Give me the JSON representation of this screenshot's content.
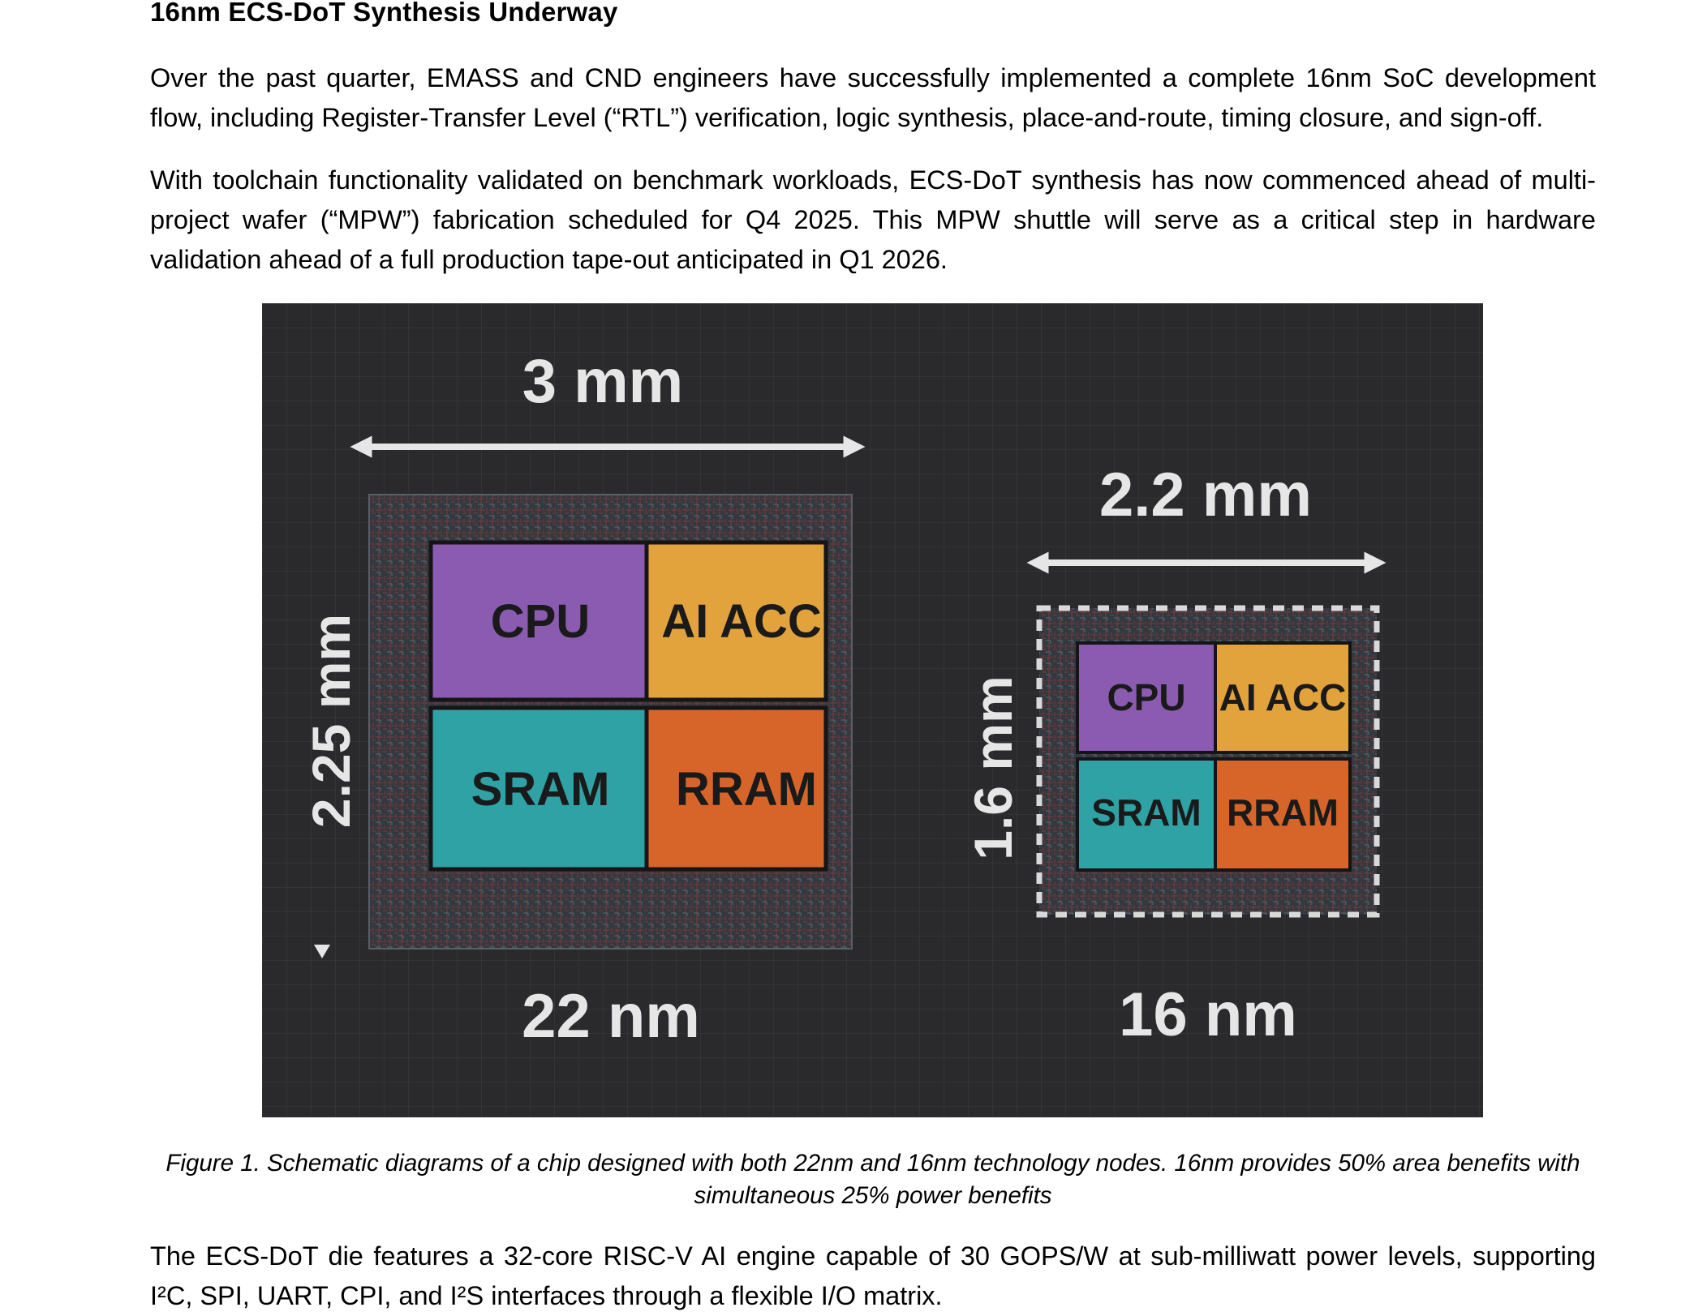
{
  "heading": "16nm ECS-DoT Synthesis Underway",
  "paragraphs": [
    "Over the past quarter, EMASS and CND engineers have successfully implemented a complete 16nm SoC development flow, including Register-Transfer Level (“RTL”) verification, logic synthesis, place-and-route, timing closure, and sign-off.",
    "With toolchain functionality validated on benchmark workloads, ECS-DoT synthesis has now commenced ahead of multi-project wafer (“MPW”) fabrication scheduled for Q4 2025. This MPW shuttle will serve as a critical step in hardware validation ahead of a full production tape-out anticipated in Q1 2026.",
    "The ECS-DoT die features a 32-core RISC-V AI engine capable of 30 GOPS/W at sub-milliwatt power levels, supporting I²C, SPI, UART, CPI, and I²S interfaces through a flexible I/O matrix."
  ],
  "figure": {
    "chip_22": {
      "width_label": "3 mm",
      "height_label": "2.25 mm",
      "node_label": "22 nm",
      "blocks": {
        "cpu": "CPU",
        "ai": "AI ACC",
        "sram": "SRAM",
        "rram": "RRAM"
      }
    },
    "chip_16": {
      "width_label": "2.2 mm",
      "height_label": "1.6 mm",
      "node_label": "16 nm",
      "blocks": {
        "cpu": "CPU",
        "ai": "AI ACC",
        "sram": "SRAM",
        "rram": "RRAM"
      }
    },
    "colors": {
      "cpu": "#8a5bb0",
      "ai": "#e3a33c",
      "sram": "#2fa2a6",
      "rram": "#d7652a",
      "background": "#2a2a2c"
    }
  },
  "caption": "Figure 1. Schematic diagrams of a chip designed with both 22nm and 16nm technology nodes. 16nm provides 50% area benefits with simultaneous 25% power benefits"
}
